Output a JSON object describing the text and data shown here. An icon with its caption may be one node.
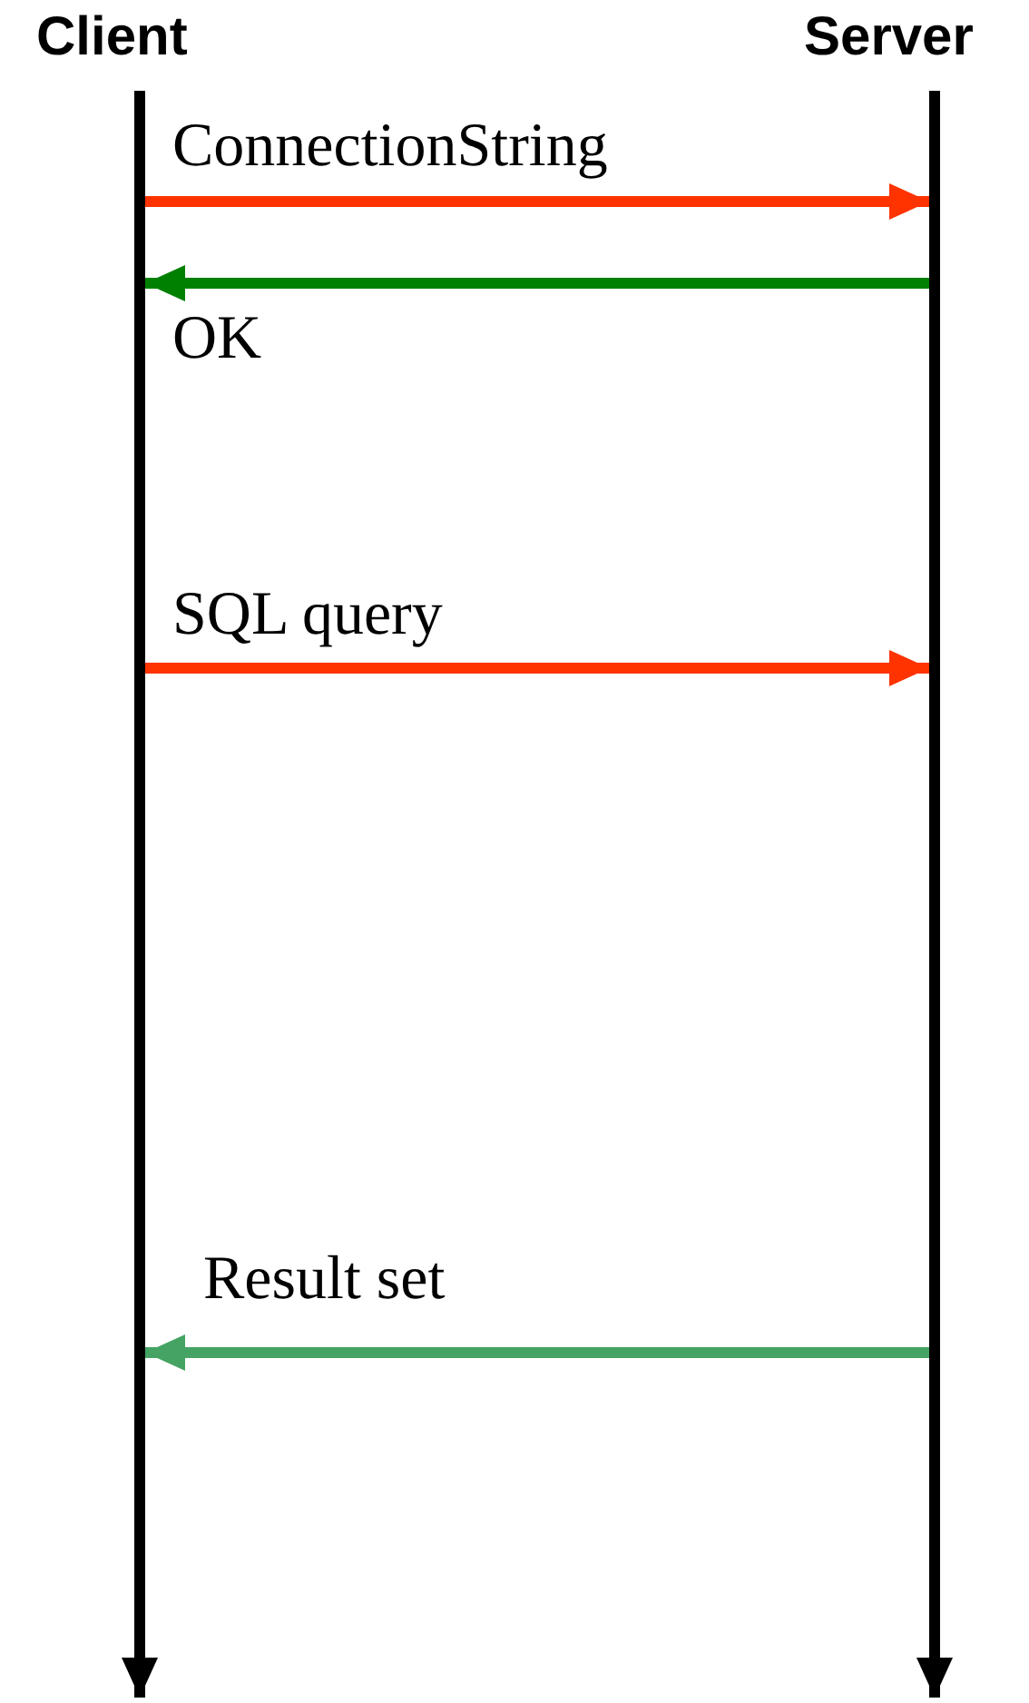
{
  "diagram": {
    "nodes": [
      {
        "text": [],
        "shape": "bar",
        "beside": [
          "Client"
        ]
      },
      {
        "text": [],
        "shape": "bar",
        "beside": [
          "Server"
        ]
      }
    ],
    "edges": [
      {
        "from": 0,
        "to": 1,
        "arrow": "to",
        "label": "ConnectionString",
        "color": "#ff3300"
      },
      {
        "from": 1,
        "to": 0,
        "arrow": "to",
        "label": "OK",
        "color": "#008000"
      },
      {
        "from": 0,
        "to": 1,
        "arrow": "to",
        "label": "SQL query",
        "color": "#ff3300"
      },
      {
        "from": 1,
        "to": 0,
        "arrow": "to",
        "label": "Result set",
        "color": "#45a363"
      },
      {
        "from": 0,
        "to": null,
        "arrow": "to",
        "color": "#000000"
      },
      {
        "from": 1,
        "to": null,
        "arrow": "to",
        "color": "#000000"
      }
    ]
  }
}
